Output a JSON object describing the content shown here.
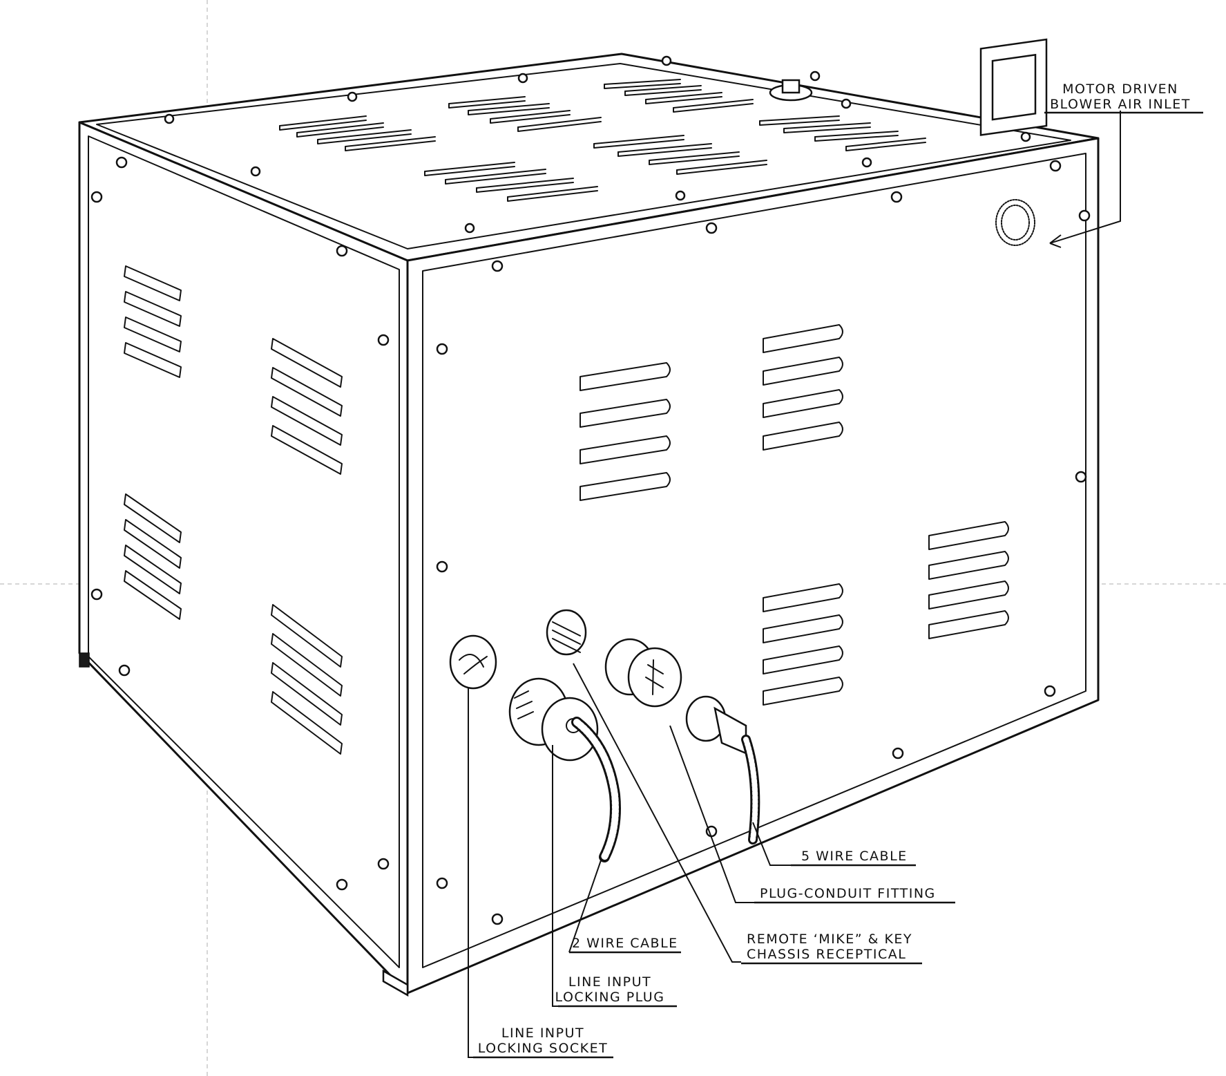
{
  "labels": {
    "blower_line1": "MOTOR DRIVEN",
    "blower_line2": "BLOWER AIR INLET",
    "five_wire": "5 WIRE CABLE",
    "conduit": "PLUG-CONDUIT FITTING",
    "remote_line1": "REMOTE ‘MIKE” & KEY",
    "remote_line2": "CHASSIS RECEPTICAL",
    "two_wire": "2 WIRE CABLE",
    "plug_line1": "LINE INPUT",
    "plug_line2": "LOCKING PLUG",
    "socket_line1": "LINE INPUT",
    "socket_line2": "LOCKING SOCKET"
  }
}
